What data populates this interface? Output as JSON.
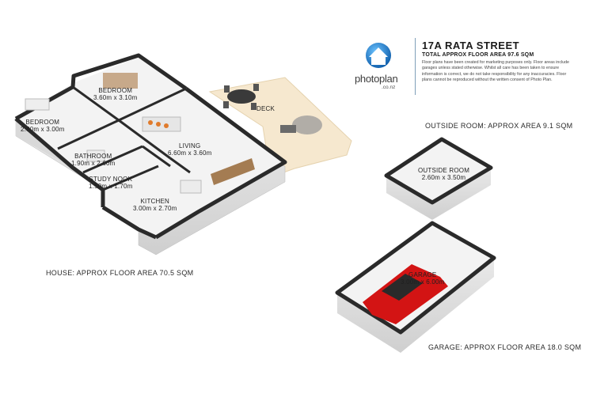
{
  "header": {
    "title": "17A RATA STREET",
    "total_area": "TOTAL APPROX FLOOR AREA 97.6 SQM",
    "disclaimer": "Floor plans have been created for marketing purposes only. Floor areas include garages unless stated otherwise. Whilst all care has been taken to ensure information is correct, we do not take responsibility for any inaccuracies. Floor plans cannot be reproduced without the written consent of Photo Plan."
  },
  "logo": {
    "name": "photoplan",
    "domain": ".co.nz",
    "icon": "house-globe-icon"
  },
  "rooms": [
    {
      "id": "bedroom-1",
      "name": "BEDROOM",
      "dims": "3.60m x 3.10m"
    },
    {
      "id": "bedroom-2",
      "name": "BEDROOM",
      "dims": "2.80m x 3.00m"
    },
    {
      "id": "bathroom",
      "name": "BATHROOM",
      "dims": "1.90m x 2.60m"
    },
    {
      "id": "study-nook",
      "name": "STUDY NOOK",
      "dims": "1.50m x 1.70m"
    },
    {
      "id": "living",
      "name": "LIVING",
      "dims": "6.60m x 3.60m"
    },
    {
      "id": "kitchen",
      "name": "KITCHEN",
      "dims": "3.00m x 2.70m"
    },
    {
      "id": "deck",
      "name": "DECK",
      "dims": ""
    },
    {
      "id": "outside-room",
      "name": "OUTSIDE ROOM",
      "dims": "2.60m x 3.50m"
    },
    {
      "id": "garage",
      "name": "GARAGE",
      "dims": "3.00m x 6.00m"
    }
  ],
  "captions": {
    "house": "HOUSE: APPROX FLOOR AREA 70.5 SQM",
    "outside_room": "OUTSIDE ROOM: APPROX AREA 9.1 SQM",
    "garage": "GARAGE: APPROX FLOOR AREA 18.0 SQM"
  },
  "colors": {
    "wall": "#2b2b2b",
    "floor": "#f2f2f2",
    "deck": "#f5e6cc",
    "car": "#d41515",
    "accent": "#2f7fc0"
  }
}
